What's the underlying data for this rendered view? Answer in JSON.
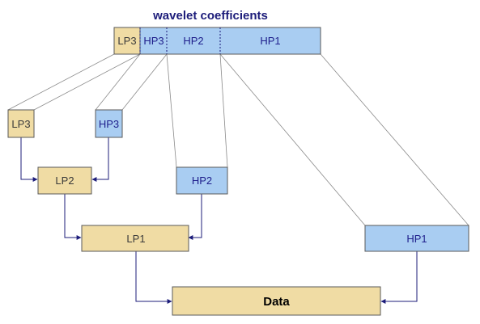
{
  "title": "wavelet coefficients",
  "colors": {
    "low_pass": "#f0dca4",
    "high_pass": "#a9cdf2",
    "arrow": "#1c1c7a"
  },
  "coefficient_bar": {
    "lp3": "LP3",
    "hp3": "HP3",
    "hp2": "HP2",
    "hp1": "HP1"
  },
  "nodes": {
    "lp3": "LP3",
    "hp3": "HP3",
    "lp2": "LP2",
    "hp2": "HP2",
    "lp1": "LP1",
    "hp1": "HP1",
    "data": "Data"
  }
}
